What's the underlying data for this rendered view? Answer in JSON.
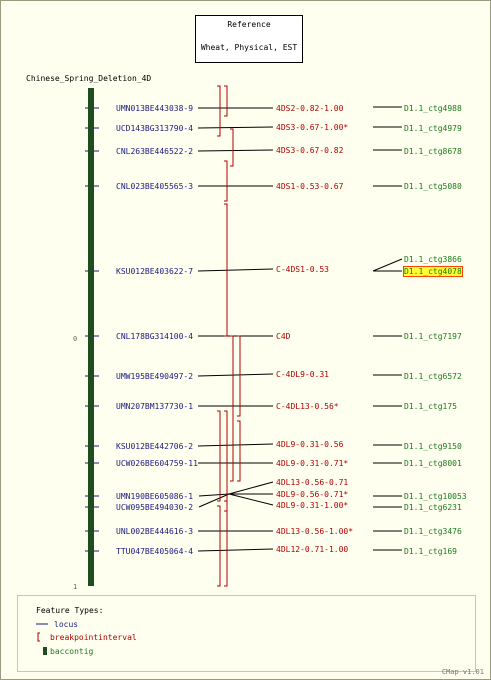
{
  "reference": {
    "title": "Reference",
    "subtitle": "Wheat, Physical, EST"
  },
  "map_title": "Chinese_Spring_Deletion_4D",
  "axis_ticks": [
    "0",
    "1"
  ],
  "rows": [
    {
      "feature": "UMN013BE443038-9",
      "interval": "4DS2-0.82-1.00",
      "contig": "D1.1_ctg4988"
    },
    {
      "feature": "UCD143BG313790-4",
      "interval": "4DS3-0.67-1.00*",
      "contig": "D1.1_ctg4979"
    },
    {
      "feature": "CNL263BE446522-2",
      "interval": "4DS3-0.67-0.82",
      "contig": "D1.1_ctg8678"
    },
    {
      "feature": "CNL023BE405565-3",
      "interval": "4DS1-0.53-0.67",
      "contig": "D1.1_ctg5080"
    },
    {
      "feature": "KSU012BE403622-7",
      "interval": "C-4DS1-0.53",
      "contig": "D1.1_ctg3866"
    },
    {
      "feature": "",
      "interval": "",
      "contig": "D1.1_ctg4078"
    },
    {
      "feature": "CNL178BG314100-4",
      "interval": "C4D",
      "contig": "D1.1_ctg7197"
    },
    {
      "feature": "UMW195BE490497-2",
      "interval": "C-4DL9-0.31",
      "contig": "D1.1_ctg6572"
    },
    {
      "feature": "UMN207BM137730-1",
      "interval": "C-4DL13-0.56*",
      "contig": "D1.1_ctg175"
    },
    {
      "feature": "KSU012BE442706-2",
      "interval": "4DL9-0.31-0.56",
      "contig": "D1.1_ctg9150"
    },
    {
      "feature": "UCW026BE604759-11",
      "interval": "4DL9-0.31-0.71*",
      "contig": "D1.1_ctg8001"
    },
    {
      "feature": "UMN190BE605086-1",
      "interval": "4DL13-0.56-0.71",
      "contig": "D1.1_ctg10053"
    },
    {
      "feature": "UCW095BE494030-2",
      "interval": "4DL9-0.56-0.71*",
      "contig": "D1.1_ctg6231"
    },
    {
      "feature": "",
      "interval": "4DL9-0.31-1.00*",
      "contig": ""
    },
    {
      "feature": "UNL002BE444616-3",
      "interval": "4DL13-0.56-1.00*",
      "contig": "D1.1_ctg3476"
    },
    {
      "feature": "TTU047BE405064-4",
      "interval": "4DL12-0.71-1.00",
      "contig": "D1.1_ctg169"
    }
  ],
  "legend": {
    "title": "Feature Types:",
    "items": [
      "locus",
      "breakpointinterval",
      "baccontig"
    ]
  },
  "version": "CMap v1.01",
  "colors": {
    "locus": "#1a1a80",
    "breakpointinterval": "#b00000",
    "baccontig": "#1f4d1f",
    "contig_text": "#1a7a1a",
    "highlight": "#ffff33"
  }
}
